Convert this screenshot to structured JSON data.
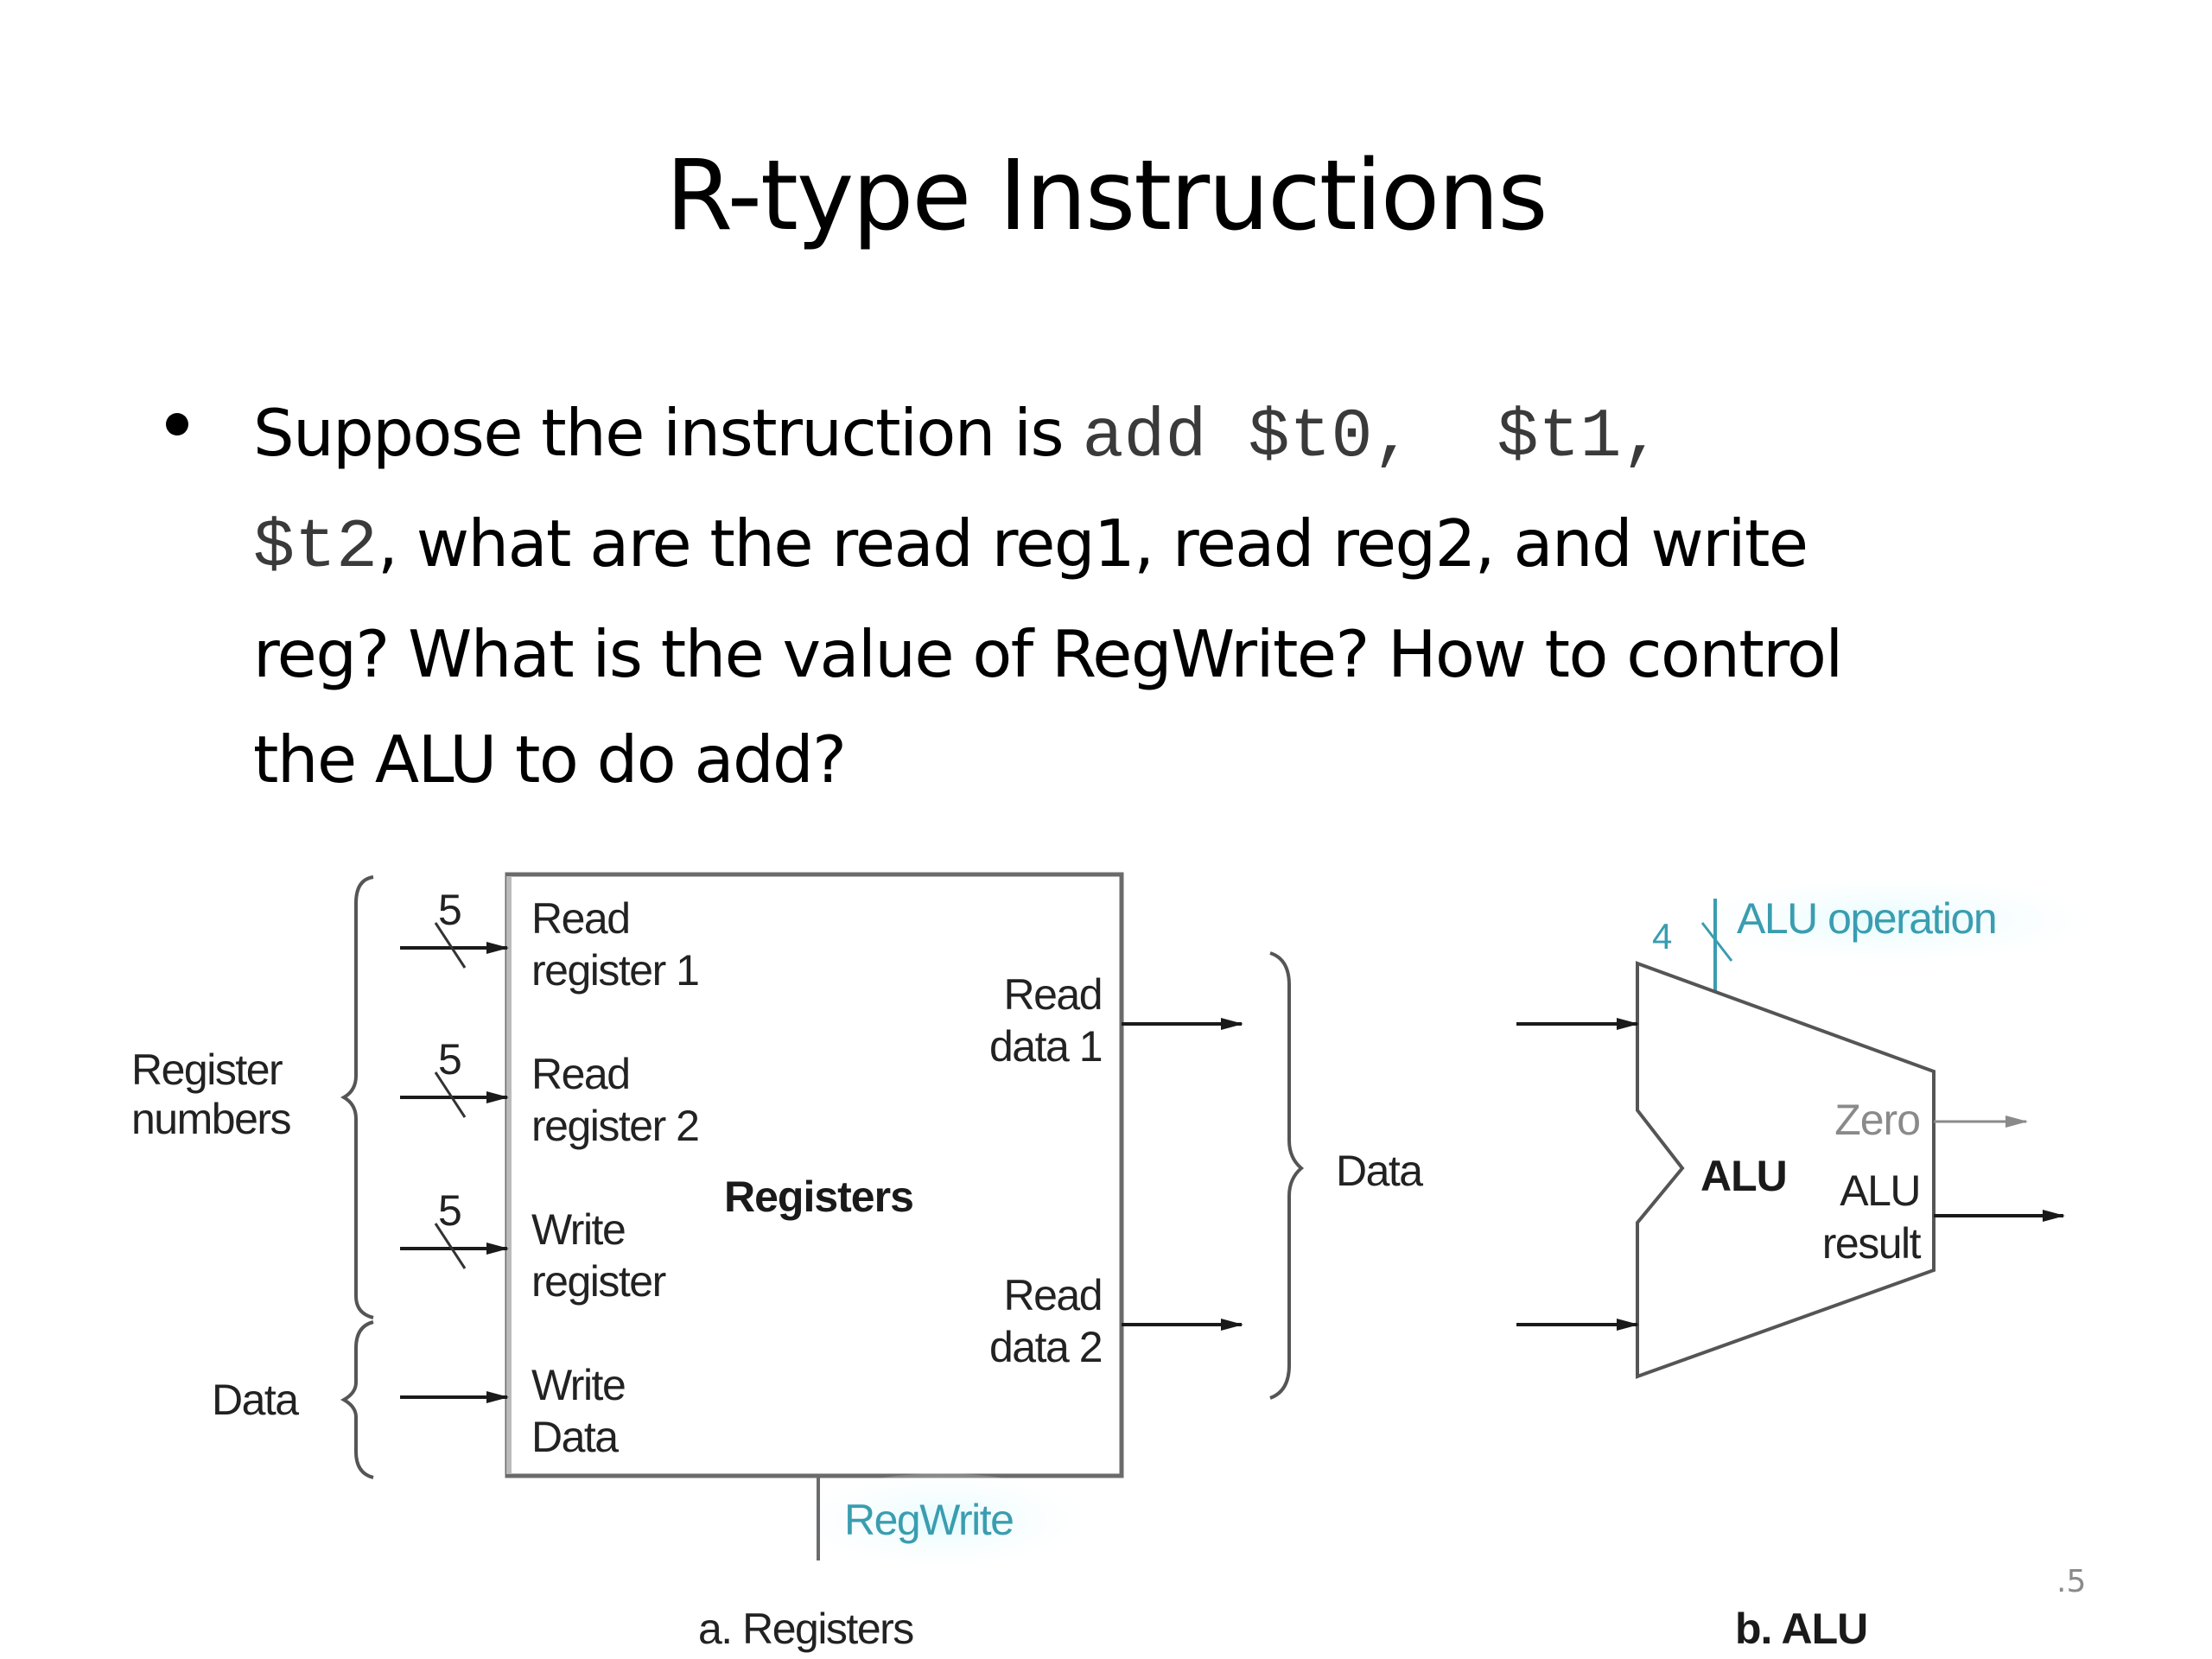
{
  "slide": {
    "title": "R-type Instructions",
    "page_number": ".5"
  },
  "bullet": {
    "segments": [
      {
        "text": "Suppose the instruction is ",
        "style": "normal"
      },
      {
        "text": "add $t0, $t1, $t2",
        "style": "mono"
      },
      {
        "text": ", what are the read reg1, read reg2, and write reg? What is the value of RegWrite? How to control the ALU to do add?",
        "style": "normal"
      }
    ],
    "line1_prefix": "Suppose the instruction is ",
    "line1_code": "add $t0, $t1,",
    "line2_code": "$t2",
    "line2_rest": ", what are the read reg1, read reg2, and write",
    "line3": "reg? What is the value of RegWrite? How to control",
    "line4": "the ALU to do add?"
  },
  "register_diagram": {
    "caption": "a. Registers",
    "block_label": "Registers",
    "left_group_labels": {
      "register_numbers_line1": "Register",
      "register_numbers_line2": "numbers",
      "data": "Data"
    },
    "inputs": [
      {
        "line1": "Read",
        "line2": "register 1",
        "bus_width": "5"
      },
      {
        "line1": "Read",
        "line2": "register 2",
        "bus_width": "5"
      },
      {
        "line1": "Write",
        "line2": "register",
        "bus_width": "5"
      },
      {
        "line1": "Write",
        "line2": "Data",
        "bus_width": ""
      }
    ],
    "outputs": [
      {
        "line1": "Read",
        "line2": "data 1"
      },
      {
        "line1": "Read",
        "line2": "data 2"
      }
    ],
    "right_group_label": "Data",
    "control_signal": "RegWrite"
  },
  "alu_diagram": {
    "caption": "b. ALU",
    "block_label": "ALU",
    "control_signal": "ALU operation",
    "control_bus_width": "4",
    "outputs": {
      "zero": "Zero",
      "result_line1": "ALU",
      "result_line2": "result"
    }
  },
  "colors": {
    "control_signal": "#3a9db0",
    "diagram_line": "#1a1a1a",
    "box_border": "#6b6b6b",
    "zero_gray": "#8a8a8a"
  }
}
